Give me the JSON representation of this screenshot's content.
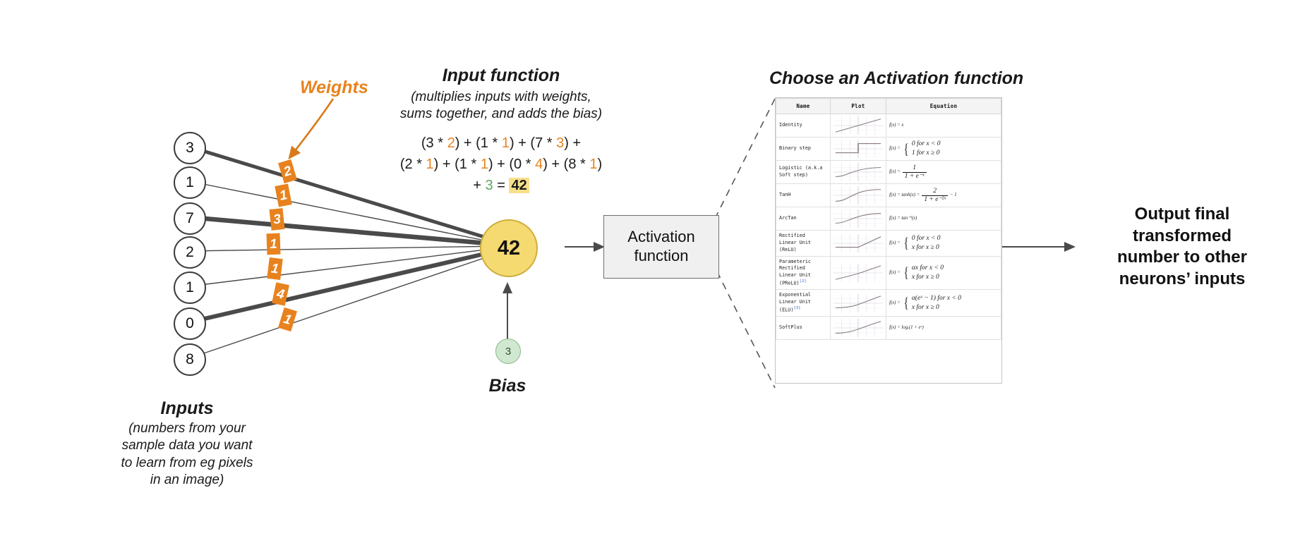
{
  "diagram": {
    "title_input_function": "Input function",
    "subtitle_input_function_line1": "(multiplies inputs with weights,",
    "subtitle_input_function_line2": "sums together, and adds the bias)",
    "weights_label": "Weights",
    "bias_label": "Bias",
    "inputs_label": "Inputs",
    "inputs_desc_line1": "(numbers from your",
    "inputs_desc_line2": "sample data you want",
    "inputs_desc_line3": "to learn from eg pixels",
    "inputs_desc_line4": "in an image)",
    "choose_activation_title": "Choose an Activation function",
    "activation_box_line1": "Activation",
    "activation_box_line2": "function",
    "output_line1": "Output final",
    "output_line2": "transformed",
    "output_line3": "number to other",
    "output_line4": "neurons’ inputs",
    "sum_value": "42",
    "bias_value": "3"
  },
  "colors": {
    "weight_orange": "#e8821e",
    "bias_green": "#5ea65e",
    "neuron_yellow": "#f5d971",
    "highlight_yellow": "#f8e08a",
    "wire_gray": "#4a4a4a"
  },
  "inputs": [
    {
      "value": "3",
      "weight": "2",
      "thickness": 5.0
    },
    {
      "value": "1",
      "weight": "1",
      "thickness": 1.4
    },
    {
      "value": "7",
      "weight": "3",
      "thickness": 6.5
    },
    {
      "value": "2",
      "weight": "1",
      "thickness": 1.4
    },
    {
      "value": "1",
      "weight": "1",
      "thickness": 1.4
    },
    {
      "value": "0",
      "weight": "4",
      "thickness": 6.0
    },
    {
      "value": "8",
      "weight": "1",
      "thickness": 1.4
    }
  ],
  "formula": {
    "line1": [
      {
        "t": "(3 * ",
        "c": "black"
      },
      {
        "t": "2",
        "c": "orange"
      },
      {
        "t": ") + (1 * ",
        "c": "black"
      },
      {
        "t": "1",
        "c": "orange"
      },
      {
        "t": ") + (7 * ",
        "c": "black"
      },
      {
        "t": "3",
        "c": "orange"
      },
      {
        "t": ") +",
        "c": "black"
      }
    ],
    "line2": [
      {
        "t": "(2 * ",
        "c": "black"
      },
      {
        "t": "1",
        "c": "orange"
      },
      {
        "t": ") + (1 * ",
        "c": "black"
      },
      {
        "t": "1",
        "c": "orange"
      },
      {
        "t": ") + (0 * ",
        "c": "black"
      },
      {
        "t": "4",
        "c": "orange"
      },
      {
        "t": ") + (8 * ",
        "c": "black"
      },
      {
        "t": "1",
        "c": "orange"
      },
      {
        "t": ")",
        "c": "black"
      }
    ],
    "line3": [
      {
        "t": "+ ",
        "c": "black"
      },
      {
        "t": "3",
        "c": "green"
      },
      {
        "t": "  = ",
        "c": "black"
      },
      {
        "t": "42",
        "c": "highlight"
      }
    ]
  },
  "activation_table": {
    "headers": [
      "Name",
      "Plot",
      "Equation"
    ],
    "rows": [
      {
        "name": "Identity",
        "plot": "identity",
        "eq_kind": "simple",
        "eq": "f(x) = x"
      },
      {
        "name": "Binary step",
        "plot": "binary-step",
        "eq_kind": "cases",
        "eq_lhs": "f(x) =",
        "cases": [
          "0   for   x < 0",
          "1   for   x ≥ 0"
        ]
      },
      {
        "name": "Logistic (a.k.a\nSoft step)",
        "plot": "logistic",
        "eq_kind": "fraction",
        "eq_lhs": "f(x) =",
        "num": "1",
        "den": "1 + e⁻ˣ"
      },
      {
        "name": "TanH",
        "plot": "tanh",
        "eq_kind": "fraction-inline",
        "eq_lhs": "f(x) = tanh(x) =",
        "num": "2",
        "den": "1 + e⁻²ˣ",
        "tail": "− 1"
      },
      {
        "name": "ArcTan",
        "plot": "arctan",
        "eq_kind": "simple",
        "eq": "f(x) = tan⁻¹(x)"
      },
      {
        "name": "Rectified\nLinear Unit\n(ReLU)",
        "plot": "relu",
        "eq_kind": "cases",
        "eq_lhs": "f(x) =",
        "cases": [
          "0   for   x < 0",
          "x   for   x ≥ 0"
        ]
      },
      {
        "name": "Parameteric\nRectified\nLinear Unit\n(PReLU)",
        "plot": "prelu",
        "eq_kind": "cases",
        "eq_lhs": "f(x) =",
        "ref": "[2]",
        "cases": [
          "αx   for   x < 0",
          "x   for   x ≥ 0"
        ]
      },
      {
        "name": "Exponential\nLinear Unit\n(ELU)",
        "plot": "elu",
        "eq_kind": "cases",
        "eq_lhs": "f(x) =",
        "ref": "[3]",
        "cases": [
          "α(eˣ − 1)   for   x < 0",
          "x   for   x ≥ 0"
        ]
      },
      {
        "name": "SoftPlus",
        "plot": "softplus",
        "eq_kind": "simple",
        "eq": "f(x) = logₑ(1 + eˣ)"
      }
    ]
  }
}
